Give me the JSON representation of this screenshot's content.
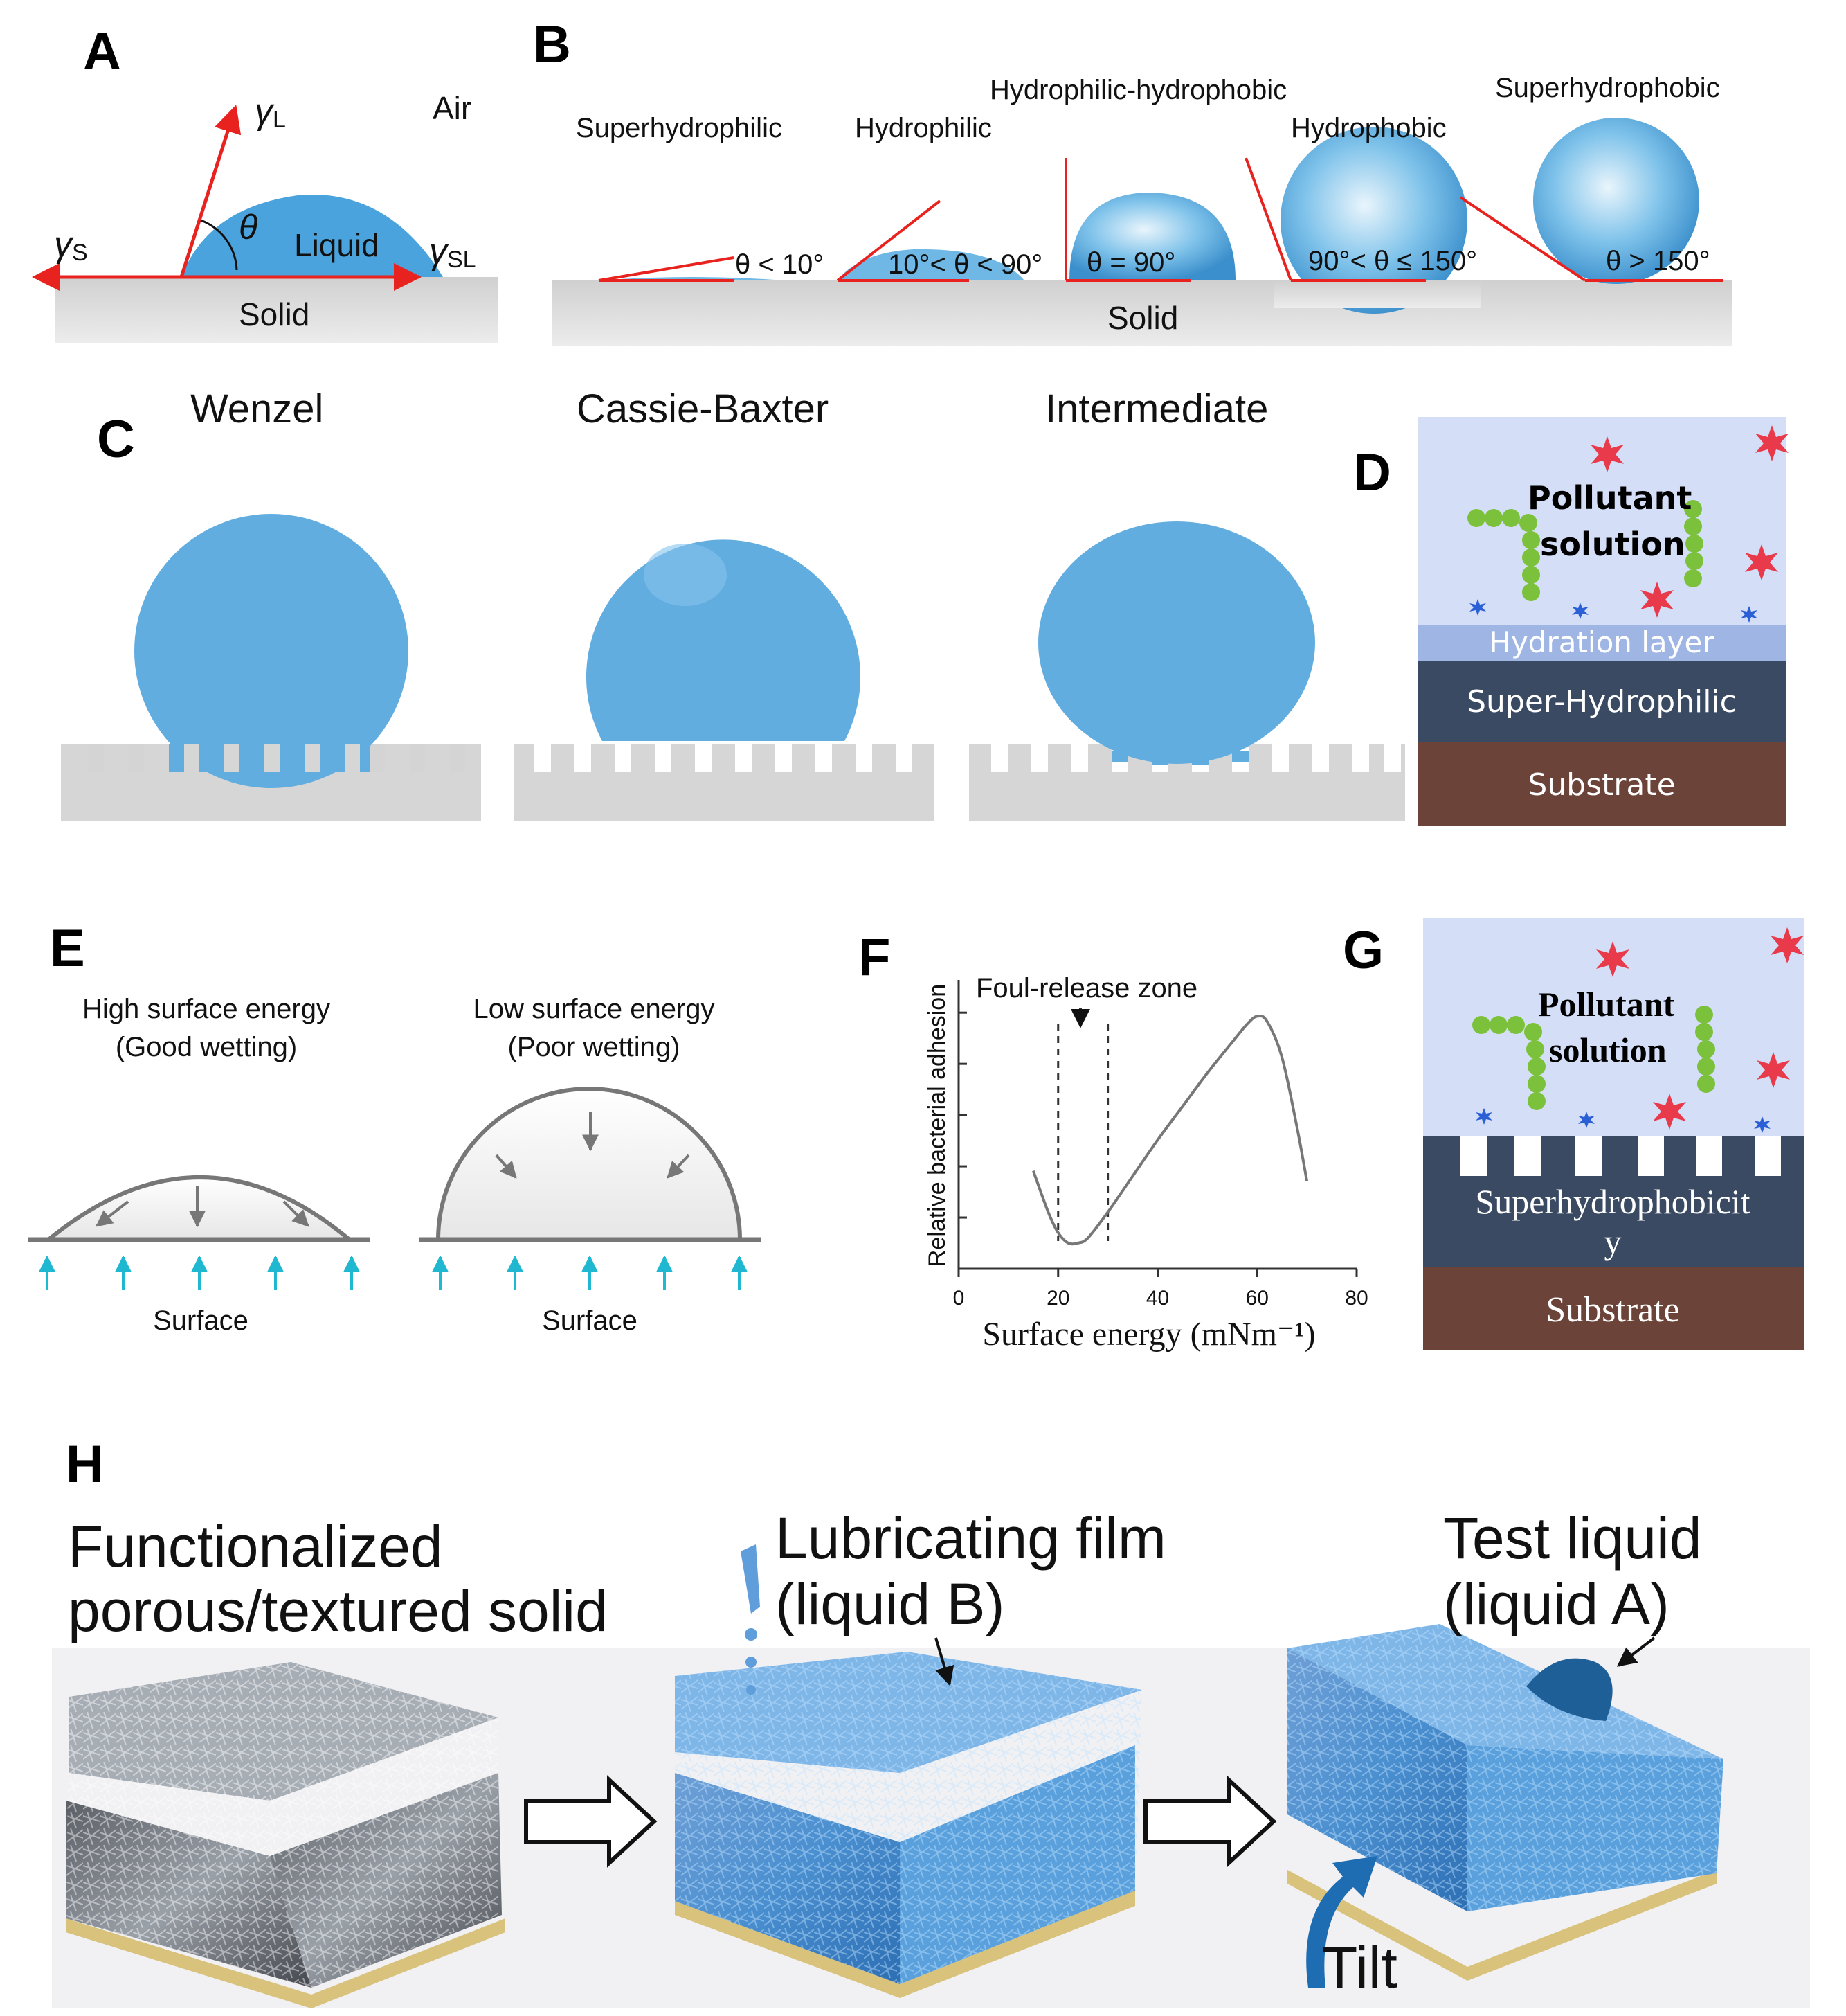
{
  "panels": {
    "A": {
      "letter": "A",
      "gamma_l": "γ",
      "gamma_l_sub": "L",
      "air": "Air",
      "theta": "θ",
      "liquid": "Liquid",
      "gamma_s": "γ",
      "gamma_s_sub": "S",
      "gamma_sl": "γ",
      "gamma_sl_sub": "SL",
      "solid": "Solid"
    },
    "B": {
      "letter": "B",
      "categories": [
        {
          "name": "Superhydrophilic",
          "angle": "θ < 10°"
        },
        {
          "name": "Hydrophilic",
          "angle": "10°< θ < 90°"
        },
        {
          "name": "Hydrophilic-hydrophobic",
          "angle": "θ = 90°"
        },
        {
          "name": "Hydrophobic",
          "angle": "90°< θ ≤ 150°"
        },
        {
          "name": "Superhydrophobic",
          "angle": "θ > 150°"
        }
      ],
      "solid": "Solid"
    },
    "C": {
      "letter": "C",
      "titles": [
        "Wenzel",
        "Cassie-Baxter",
        "Intermediate"
      ]
    },
    "D": {
      "letter": "D",
      "pollutant_line1": "Pollutant",
      "pollutant_line2": "solution",
      "layers": [
        "Hydration layer",
        "Super-Hydrophilic",
        "Substrate"
      ]
    },
    "E": {
      "letter": "E",
      "left_title1": "High surface energy",
      "left_title2": "(Good wetting)",
      "right_title1": "Low surface energy",
      "right_title2": "(Poor wetting)",
      "surface_left": "Surface",
      "surface_right": "Surface"
    },
    "F": {
      "letter": "F",
      "zone_label": "Foul-release zone"
    },
    "G": {
      "letter": "G",
      "pollutant_line1": "Pollutant",
      "pollutant_line2": "solution",
      "layer_line1": "Superhydrophobicit",
      "layer_line2": "y",
      "substrate": "Substrate"
    },
    "H": {
      "letter": "H",
      "left_line1": "Functionalized",
      "left_line2": "porous/textured solid",
      "mid_line1": "Lubricating film",
      "mid_line2": "(liquid B)",
      "right_line1": "Test liquid",
      "right_line2": "(liquid A)",
      "tilt": "Tilt"
    }
  },
  "chart_data": {
    "type": "line",
    "title": "",
    "xlabel": "Surface energy (mNm⁻¹)",
    "ylabel": "Relative bacterial adhesion",
    "xlim": [
      0,
      80
    ],
    "ylim": [
      0,
      1
    ],
    "xticks": [
      "0",
      "20",
      "40",
      "60",
      "80"
    ],
    "annotations": [
      {
        "text": "Foul-release zone",
        "x_range": [
          20,
          30
        ]
      }
    ],
    "series": [
      {
        "name": "",
        "x": [
          15,
          18,
          20,
          22,
          24,
          26,
          30,
          35,
          40,
          45,
          50,
          55,
          58,
          60,
          62,
          65,
          68,
          70
        ],
        "y": [
          0.38,
          0.22,
          0.14,
          0.1,
          0.1,
          0.12,
          0.22,
          0.36,
          0.5,
          0.63,
          0.76,
          0.88,
          0.95,
          0.98,
          0.96,
          0.82,
          0.55,
          0.34
        ]
      }
    ],
    "grid": false,
    "colors": {
      "line": "#777777",
      "axis": "#333333"
    }
  },
  "colors": {
    "red": "#e8231f",
    "drop": "#4a9fd8",
    "surface": "#d4d4d4",
    "dark_layer": "#3b4a63",
    "substrate": "#6b4338",
    "hydration": "#9fb6e4",
    "pollutant_bg": "#d5def7",
    "bead": "#7cc13c",
    "cyan_arrow": "#1fb8d0"
  }
}
